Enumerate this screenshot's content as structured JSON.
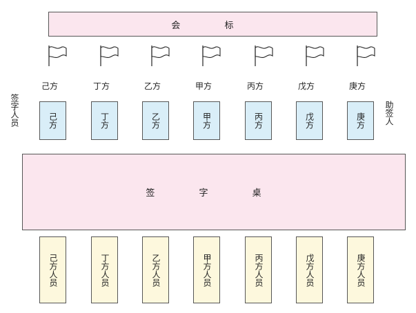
{
  "banner": "会 标",
  "parties": [
    "己方",
    "丁方",
    "乙方",
    "甲方",
    "丙方",
    "戊方",
    "庚方"
  ],
  "left_label": "签字人员",
  "right_label": "助签人",
  "desk": "签 字 桌",
  "staff": [
    "己方人员",
    "丁方人员",
    "乙方人员",
    "甲方人员",
    "丙方人员",
    "戊方人员",
    "庚方人员"
  ],
  "colors": {
    "banner_fill": "#fbe6ee",
    "signer_fill": "#d9eef8",
    "staff_fill": "#fdf8dd",
    "border": "#555555"
  }
}
